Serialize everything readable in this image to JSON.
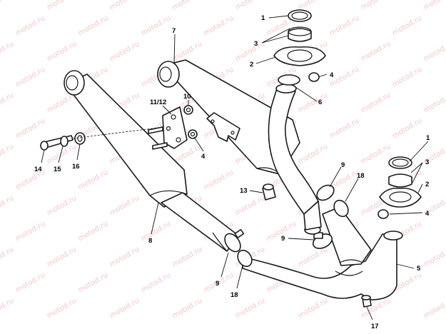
{
  "watermark": {
    "text": "motod.ru"
  },
  "callouts": [
    {
      "id": "c1-top",
      "label": "1"
    },
    {
      "id": "c3-top",
      "label": "3"
    },
    {
      "id": "c2-top",
      "label": "2"
    },
    {
      "id": "c4-top",
      "label": "4"
    },
    {
      "id": "c6",
      "label": "6"
    },
    {
      "id": "c7",
      "label": "7"
    },
    {
      "id": "c1112",
      "label": "11/12"
    },
    {
      "id": "c10",
      "label": "10"
    },
    {
      "id": "c4-mid",
      "label": "4"
    },
    {
      "id": "c14",
      "label": "14"
    },
    {
      "id": "c15",
      "label": "15"
    },
    {
      "id": "c16",
      "label": "16"
    },
    {
      "id": "c1-right",
      "label": "1"
    },
    {
      "id": "c3-right",
      "label": "3"
    },
    {
      "id": "c2-right",
      "label": "2"
    },
    {
      "id": "c4-right",
      "label": "4"
    },
    {
      "id": "c9-top",
      "label": "9"
    },
    {
      "id": "c18-top",
      "label": "18"
    },
    {
      "id": "c13",
      "label": "13"
    },
    {
      "id": "c8",
      "label": "8"
    },
    {
      "id": "c9-mid",
      "label": "9"
    },
    {
      "id": "c5",
      "label": "5"
    },
    {
      "id": "c9-bottom",
      "label": "9"
    },
    {
      "id": "c18-bottom",
      "label": "18"
    },
    {
      "id": "c17",
      "label": "17"
    }
  ]
}
